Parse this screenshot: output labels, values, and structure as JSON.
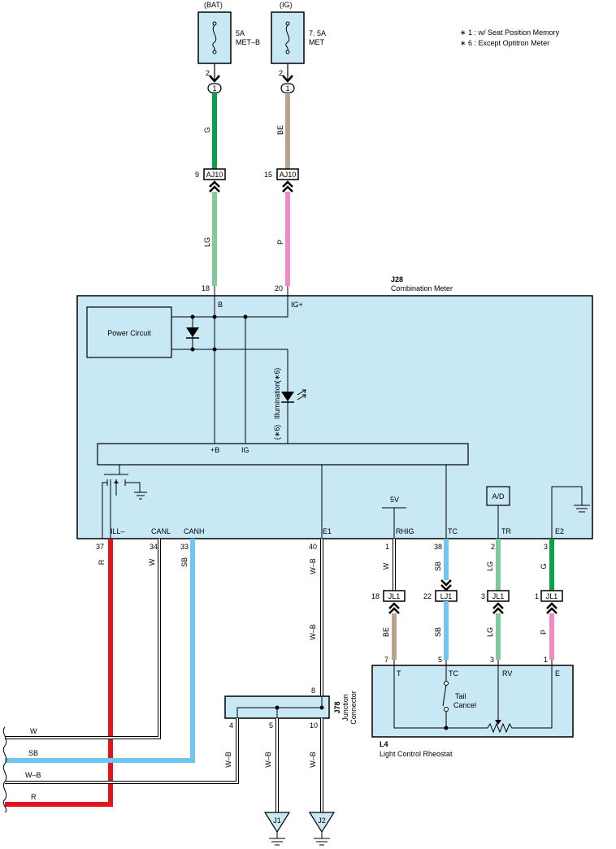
{
  "notes": {
    "note1": "∗ 1 : w/ Seat Position Memory",
    "note2": "∗ 6 : Except Optitron Meter"
  },
  "fuses": [
    {
      "source": "(BAT)",
      "rating": "5A",
      "name": "MET–B",
      "pin": "2",
      "connector": "1",
      "wire": "G"
    },
    {
      "source": "(IG)",
      "rating": "7. 5A",
      "name": "MET",
      "pin": "2",
      "connector": "1",
      "wire": "BE"
    }
  ],
  "aj10": [
    {
      "pin": "9",
      "name": "AJ10",
      "wire": "LG"
    },
    {
      "pin": "15",
      "name": "AJ10",
      "wire": "P"
    }
  ],
  "meter": {
    "id": "J28",
    "name": "Combination Meter",
    "power_circuit": "Power Circuit",
    "illumination": "Illumination",
    "note_mark_top": "(∗6)",
    "note_mark_bottom": "(∗6)",
    "bus_b": "+B",
    "bus_ig": "IG",
    "ad": "A/D",
    "v5": "5V",
    "top_pins": [
      {
        "pin": "18",
        "label": "B"
      },
      {
        "pin": "20",
        "label": "IG+"
      }
    ],
    "bottom_pins": [
      {
        "pin": "37",
        "label": "ILL–",
        "wire": "R"
      },
      {
        "pin": "34",
        "label": "CANL",
        "wire": "W"
      },
      {
        "pin": "33",
        "label": "CANH",
        "wire": "SB"
      },
      {
        "pin": "40",
        "label": "E1",
        "wire": "W–B"
      },
      {
        "pin": "1",
        "label": "RHIG",
        "wire": "W"
      },
      {
        "pin": "38",
        "label": "TC",
        "wire": "SB"
      },
      {
        "pin": "2",
        "label": "TR",
        "wire": "LG"
      },
      {
        "pin": "3",
        "label": "E2",
        "wire": "G"
      }
    ]
  },
  "jl1": [
    {
      "pin": "18",
      "name": "JL1",
      "wire": "BE"
    },
    {
      "pin": "22",
      "name": "LJ1",
      "wire": "SB"
    },
    {
      "pin": "3",
      "name": "JL1",
      "wire": "LG"
    },
    {
      "pin": "1",
      "name": "JL1",
      "wire": "P"
    }
  ],
  "mid_wire_e1": "W–B",
  "rheostat": {
    "id": "L4",
    "name": "Light Control Rheostat",
    "pins": [
      {
        "pin": "7",
        "label": "T"
      },
      {
        "pin": "5",
        "label": "TC"
      },
      {
        "pin": "3",
        "label": "RV"
      },
      {
        "pin": "1",
        "label": "E"
      }
    ],
    "tail1": "Tail",
    "tail2": "Cancel"
  },
  "junction": {
    "id": "J78",
    "line1": "Junction",
    "line2": "Connector",
    "pin_top": "8",
    "pins": [
      {
        "pin": "4",
        "wire": "W–B"
      },
      {
        "pin": "5",
        "wire": "W–B"
      },
      {
        "pin": "10",
        "wire": "W–B"
      }
    ]
  },
  "grounds": [
    {
      "name": "J1"
    },
    {
      "name": "J2"
    }
  ],
  "left_wires": [
    {
      "label": "W"
    },
    {
      "label": "SB"
    },
    {
      "label": "W–B"
    },
    {
      "label": "R"
    }
  ],
  "colors": {
    "box": "#c7e8f4",
    "G": "#0aa14b",
    "BE": "#b8a38c",
    "LG": "#82c99a",
    "P": "#f28ac1",
    "SB": "#6fc6ee",
    "R": "#e3141c"
  }
}
